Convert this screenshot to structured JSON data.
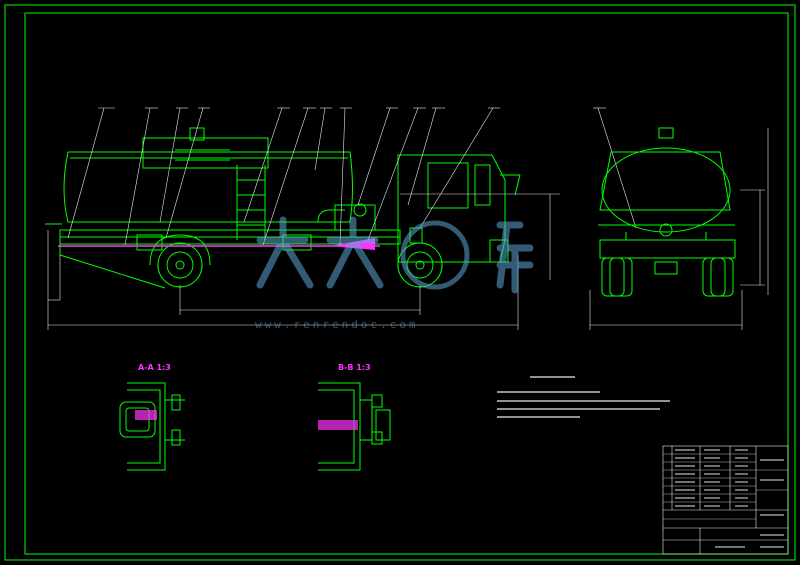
{
  "section_labels": {
    "a": "A-A 1:3",
    "b": "B-B 1:3"
  },
  "watermark": {
    "url": "www.renrendoc.com"
  },
  "colors": {
    "background": "#000000",
    "line": "#00ff00",
    "dim": "#e8e8e8",
    "accent": "#ff33ff",
    "watermark": "#5fa7d6"
  }
}
